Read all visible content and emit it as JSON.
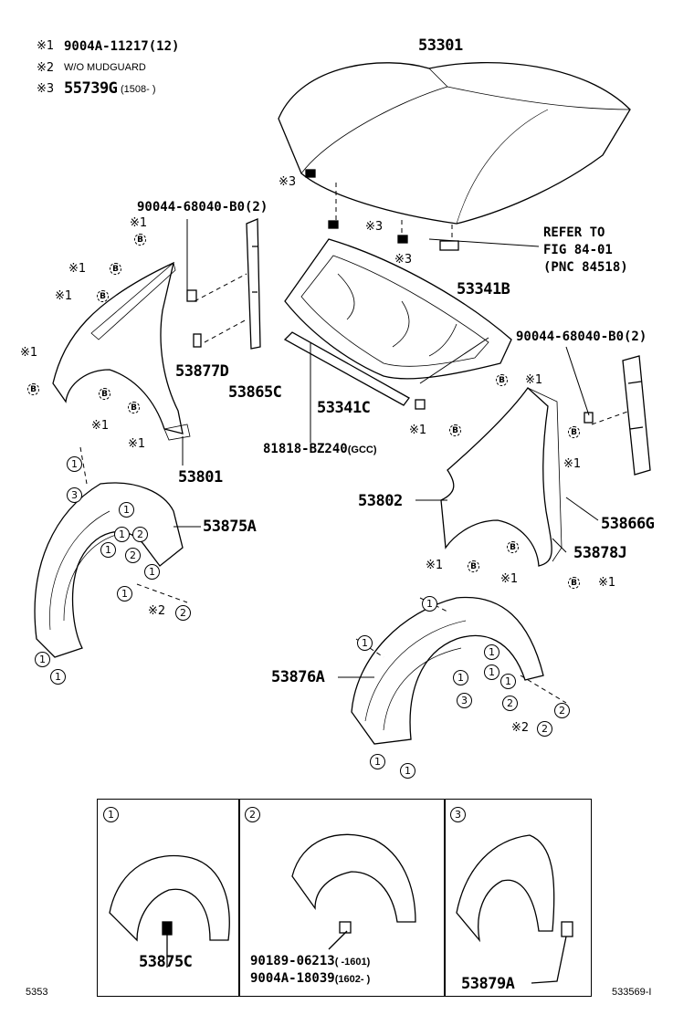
{
  "legend": {
    "n1_mark": "※1",
    "n1_text": "9004A-11217(12)",
    "n2_mark": "※2",
    "n2_text": "W/O MUDGUARD",
    "n3_mark": "※3",
    "n3_text": "55739G",
    "n3_range": "(1508-     )"
  },
  "marks": {
    "m1": "※1",
    "m2": "※2",
    "m3": "※3",
    "b": "B"
  },
  "callouts": {
    "c1": "1",
    "c2": "2",
    "c3": "3"
  },
  "parts": {
    "hood": "53301",
    "bolt_left": "90044-68040-B0(2)",
    "refer_1": "REFER TO",
    "refer_2": "FIG 84-01",
    "refer_3": "(PNC 84518)",
    "insulator": "53341B",
    "bolt_right": "90044-68040-B0(2)",
    "p53877D": "53877D",
    "p53865C": "53865C",
    "p53341C": "53341C",
    "seal": "81818-BZ240",
    "seal_note": "(GCC)",
    "fender_left": "53801",
    "fender_right": "53802",
    "liner_left": "53875A",
    "p53866G": "53866G",
    "p53878J": "53878J",
    "liner_right": "53876A"
  },
  "detail_boxes": [
    {
      "callout": "1",
      "part": "53875C"
    },
    {
      "callout": "2",
      "part_a": "90189-06213",
      "range_a": "(      -1601)",
      "part_b": "9004A-18039",
      "range_b": "(1602-      )"
    },
    {
      "callout": "3",
      "part": "53879A"
    }
  ],
  "footer": {
    "left_code": "5353",
    "right_code": "533569-I"
  }
}
